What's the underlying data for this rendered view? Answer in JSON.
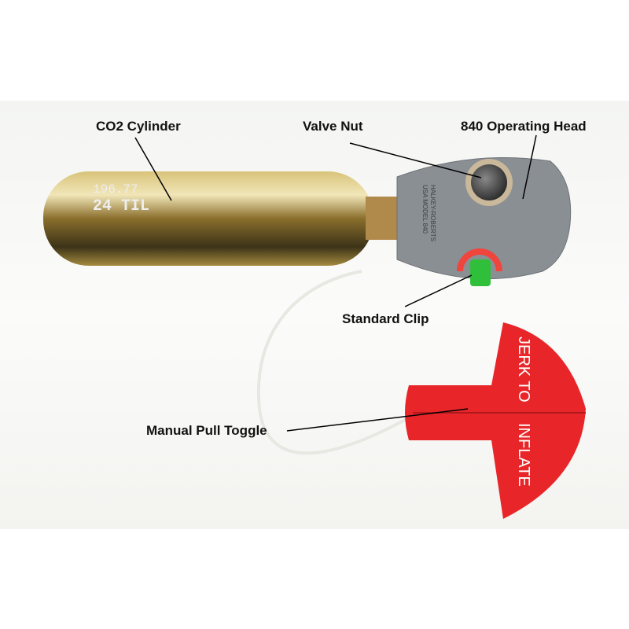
{
  "labels": {
    "cylinder": "CO2 Cylinder",
    "valve_nut": "Valve Nut",
    "operating_head": "840 Operating Head",
    "standard_clip": "Standard Clip",
    "pull_toggle": "Manual Pull Toggle"
  },
  "object_text": {
    "cylinder_marking_1": "196.77",
    "cylinder_marking_2": "24 TIL",
    "head_marking_1": "HALKEY-ROBERTS",
    "head_marking_2": "USA  MODEL 840",
    "toggle_text_1": "JERK TO",
    "toggle_text_2": "INFLATE"
  },
  "colors": {
    "toggle": "#e8262a",
    "head": "#8a8f94",
    "clip": "#2fbf3a",
    "cylinder": "#b89a3c"
  }
}
